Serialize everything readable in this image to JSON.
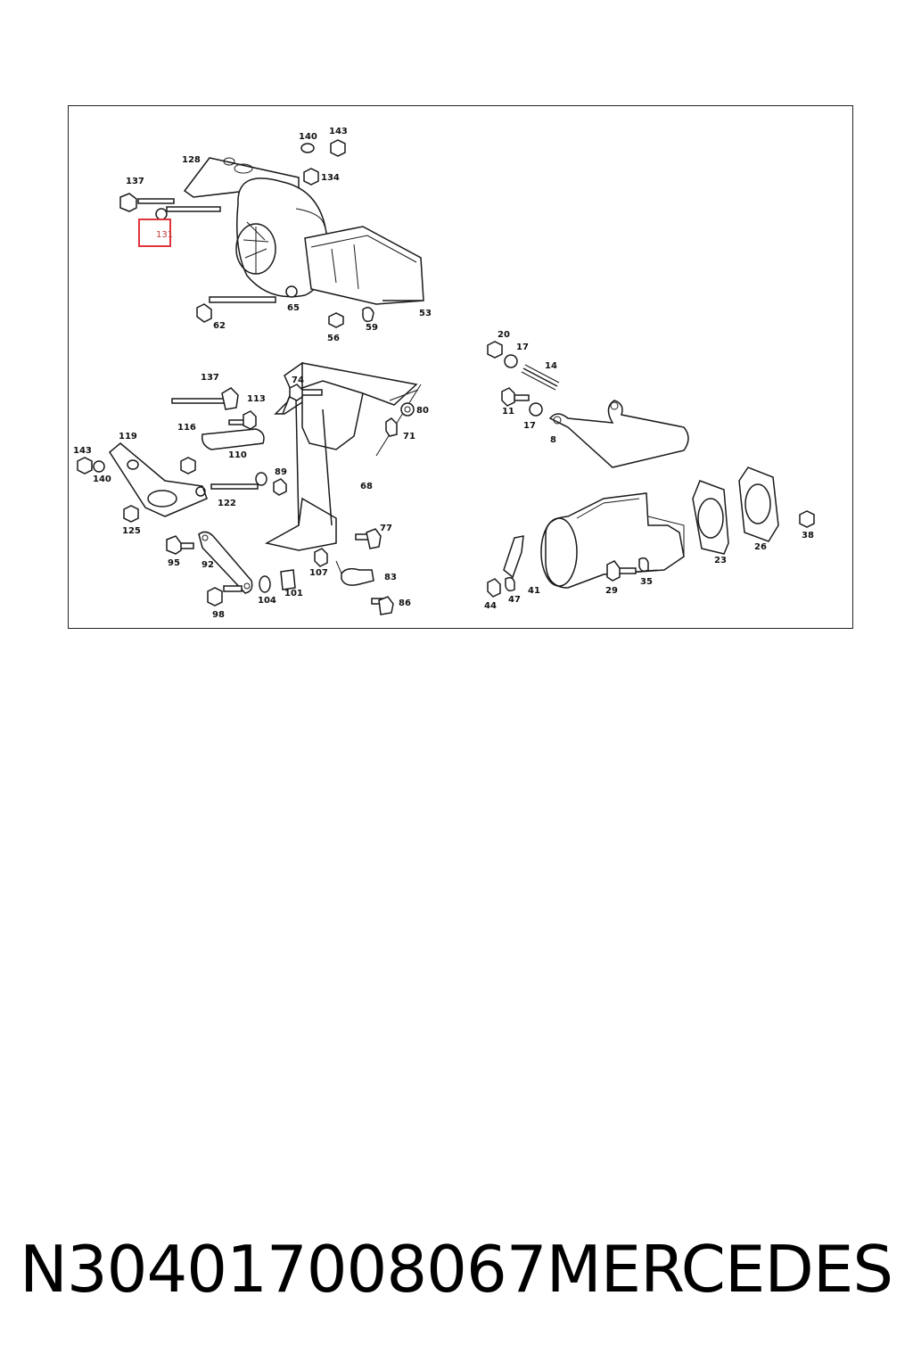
{
  "diagram": {
    "highlight": {
      "label": "131",
      "color": "#e0343c"
    },
    "callouts": [
      "140",
      "143",
      "128",
      "134",
      "137",
      "62",
      "65",
      "56",
      "59",
      "53",
      "137",
      "113",
      "74",
      "80",
      "71",
      "116",
      "110",
      "119",
      "143",
      "140",
      "89",
      "68",
      "122",
      "125",
      "77",
      "95",
      "92",
      "107",
      "83",
      "104",
      "101",
      "98",
      "86",
      "20",
      "17",
      "14",
      "11",
      "17",
      "8",
      "23",
      "26",
      "38",
      "29",
      "35",
      "41",
      "47",
      "44"
    ]
  },
  "caption": {
    "part_number": "N304017008067",
    "brand": "MERCEDES"
  }
}
